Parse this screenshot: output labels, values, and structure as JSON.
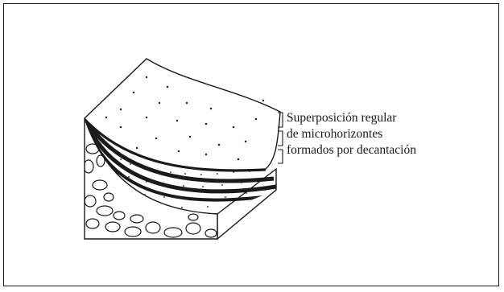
{
  "annotation": {
    "lines": [
      "Superposición regular",
      "de microhorizontes",
      "formados por decantación"
    ]
  }
}
